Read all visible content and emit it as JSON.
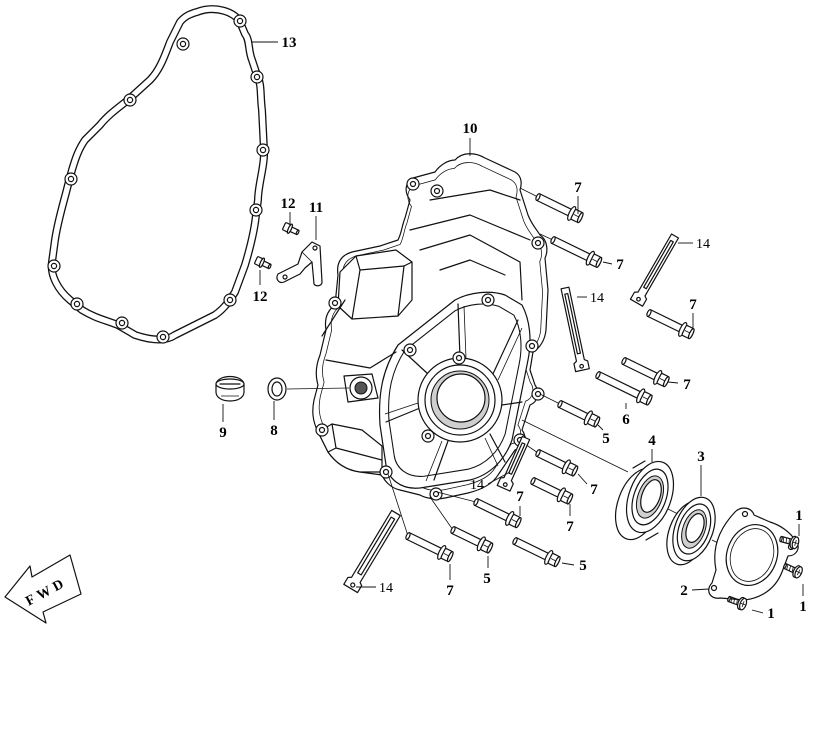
{
  "diagram": {
    "callouts": [
      "13",
      "10",
      "7",
      "7",
      "14",
      "14",
      "7",
      "12",
      "11",
      "12",
      "7",
      "9",
      "8",
      "5",
      "6",
      "4",
      "3",
      "7",
      "14",
      "7",
      "7",
      "1",
      "1",
      "1",
      "2",
      "5",
      "5",
      "7",
      "14"
    ]
  },
  "direction_marker": {
    "label": "FWD"
  }
}
